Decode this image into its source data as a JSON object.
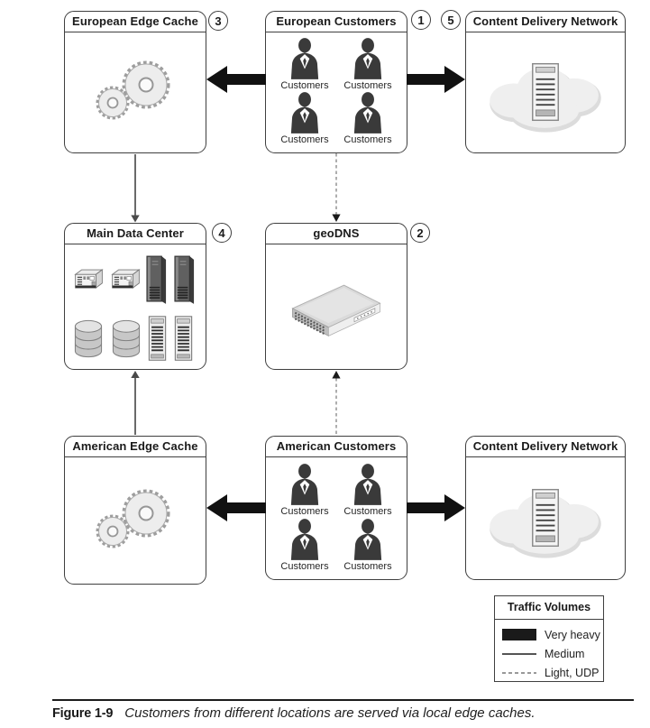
{
  "figure_caption": {
    "label": "Figure 1-9",
    "text": "Customers from different locations are served via local edge caches."
  },
  "boxes": {
    "european_edge_cache": {
      "title": "European Edge Cache",
      "icon": "gears-icon"
    },
    "european_customers": {
      "title": "European Customers",
      "icon": "customer-icon",
      "customers": [
        "Customers",
        "Customers",
        "Customers",
        "Customers"
      ]
    },
    "cdn_top": {
      "title": "Content Delivery Network",
      "icon": "cloud-server-icon"
    },
    "main_data_center": {
      "title": "Main Data Center",
      "icon": "datacenter-icons"
    },
    "geodns": {
      "title": "geoDNS",
      "icon": "network-switch-icon"
    },
    "american_edge_cache": {
      "title": "American Edge Cache",
      "icon": "gears-icon"
    },
    "american_customers": {
      "title": "American Customers",
      "icon": "customer-icon",
      "customers": [
        "Customers",
        "Customers",
        "Customers",
        "Customers"
      ]
    },
    "cdn_bottom": {
      "title": "Content Delivery Network",
      "icon": "cloud-server-icon"
    }
  },
  "badges": {
    "european_customers": "1",
    "geodns": "2",
    "european_edge_cache": "3",
    "main_data_center": "4",
    "cdn_top": "5"
  },
  "legend": {
    "title": "Traffic Volumes",
    "items": [
      {
        "label": "Very heavy",
        "style": "very-heavy"
      },
      {
        "label": "Medium",
        "style": "medium"
      },
      {
        "label": "Light, UDP",
        "style": "light-udp"
      }
    ]
  },
  "connections": [
    {
      "from": "european_customers",
      "to": "european_edge_cache",
      "volume": "very-heavy"
    },
    {
      "from": "european_customers",
      "to": "cdn_top",
      "volume": "very-heavy"
    },
    {
      "from": "european_edge_cache",
      "to": "main_data_center",
      "volume": "medium"
    },
    {
      "from": "european_customers",
      "to": "geodns",
      "volume": "light-udp"
    },
    {
      "from": "american_edge_cache",
      "to": "main_data_center",
      "volume": "medium"
    },
    {
      "from": "american_customers",
      "to": "geodns",
      "volume": "light-udp"
    },
    {
      "from": "american_customers",
      "to": "american_edge_cache",
      "volume": "very-heavy"
    },
    {
      "from": "american_customers",
      "to": "cdn_bottom",
      "volume": "very-heavy"
    }
  ],
  "colors": {
    "very_heavy": "#111111",
    "medium": "#555555",
    "light_udp": "#999999",
    "box_border": "#3f3f3f"
  }
}
